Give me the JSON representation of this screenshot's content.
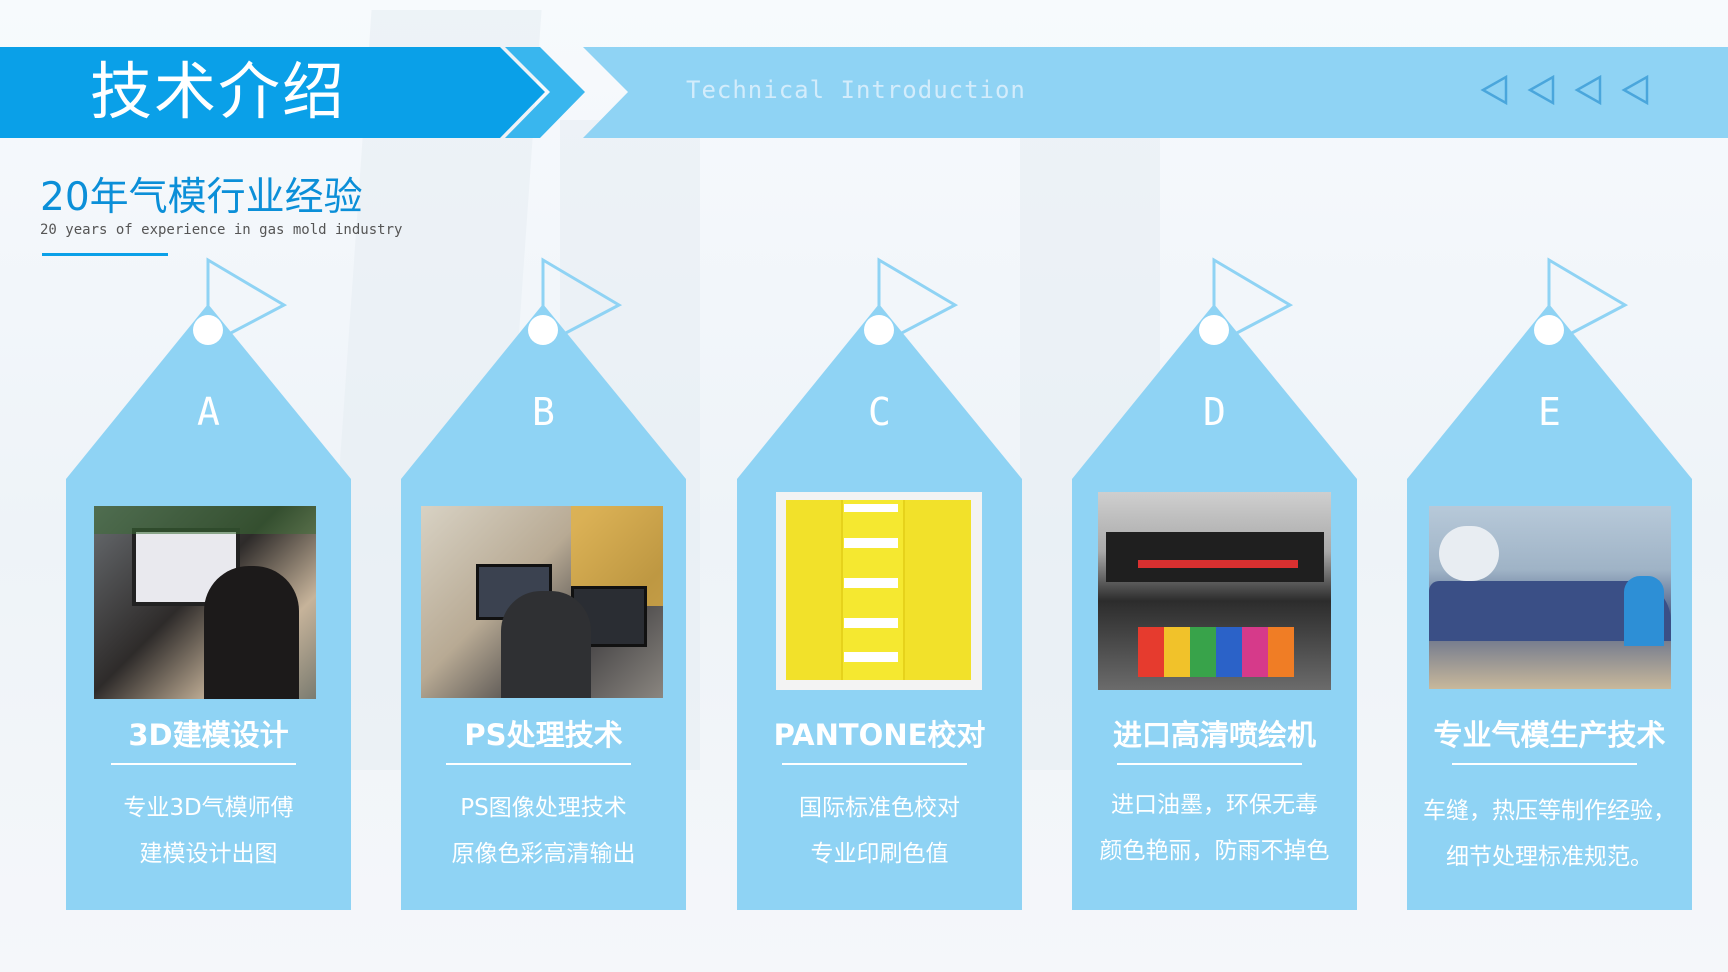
{
  "header": {
    "title": "技术介绍",
    "subtitle_en": "Technical Introduction",
    "arrows": [
      "◁",
      "◁",
      "◁",
      "◁"
    ]
  },
  "section": {
    "title": "20年气模行业经验",
    "subtitle_en": "20 years of experience in gas mold industry"
  },
  "colors": {
    "primary": "#0aa0e8",
    "light": "#8fd3f4",
    "accent_text": "#0b8fd8"
  },
  "cards": [
    {
      "letter": "A",
      "title": "3D建模设计",
      "desc": [
        "专业3D气模师傅",
        "建模设计出图"
      ],
      "photo": "office-3d-modeling-photo"
    },
    {
      "letter": "B",
      "title": "PS处理技术",
      "desc": [
        "PS图像处理技术",
        "原像色彩高清输出"
      ],
      "photo": "office-photoshop-photo"
    },
    {
      "letter": "C",
      "title": "PANTONE校对",
      "desc": [
        "国际标准色校对",
        "专业印刷色值"
      ],
      "photo": "pantone-swatch-photo"
    },
    {
      "letter": "D",
      "title": "进口高清喷绘机",
      "desc": [
        "进口油墨，环保无毒",
        "颜色艳丽，防雨不掉色"
      ],
      "photo": "printer-machine-photo"
    },
    {
      "letter": "E",
      "title": "专业气模生产技术",
      "desc": [
        "车缝，热压等制作经验，",
        "细节处理标准规范。"
      ],
      "photo": "factory-production-photo"
    }
  ]
}
